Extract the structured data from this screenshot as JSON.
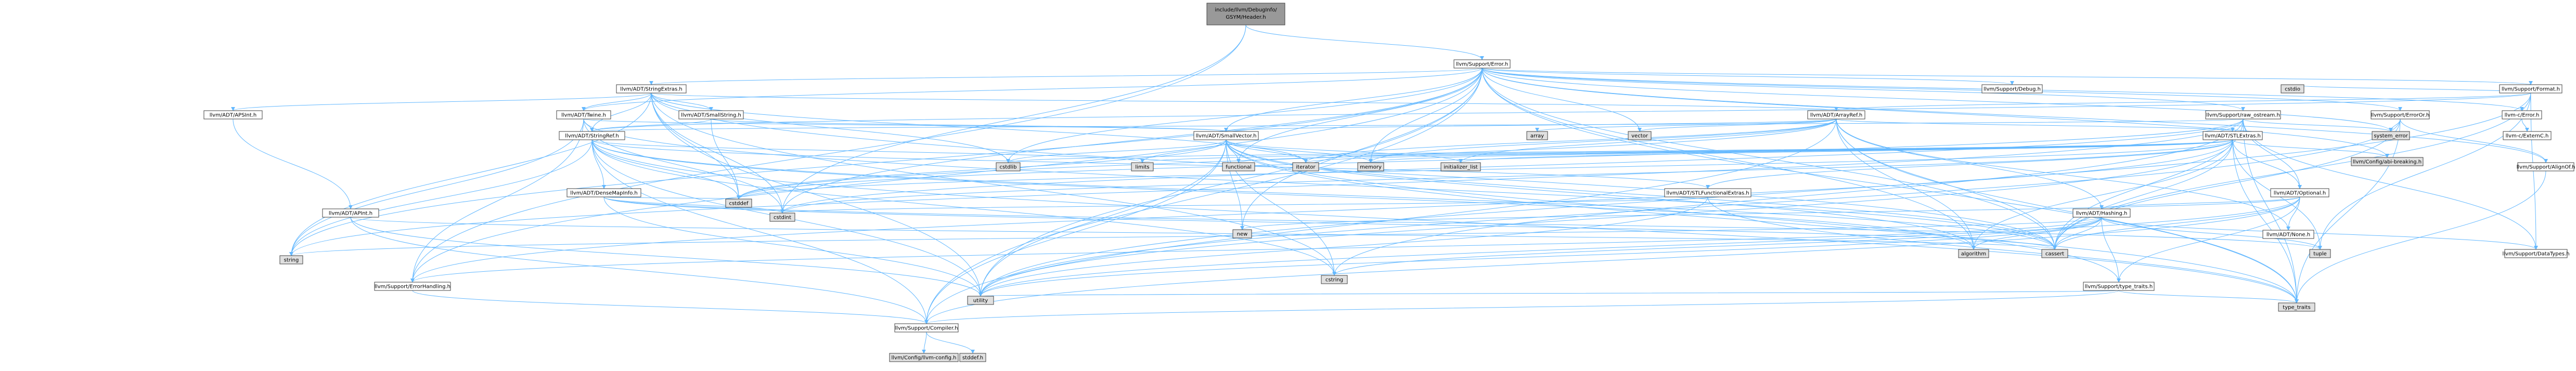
{
  "colors": {
    "edge": "#63b8ff",
    "node_fill": "#ffffff",
    "node_border": "#404040",
    "root_fill": "#999999",
    "system_fill": "#e0e0e0",
    "red_text": "#ff0000"
  },
  "nodes": {
    "n_root": "include/llvm/DebugInfo/GSYM/Header.h",
    "n_error": "llvm/Support/Error.h",
    "n_stringextras": "llvm/ADT/StringExtras.h",
    "n_apsint": "llvm/ADT/APSInt.h",
    "n_apint": "llvm/ADT/APInt.h",
    "n_twine": "llvm/ADT/Twine.h",
    "n_smallstring": "llvm/ADT/SmallString.h",
    "n_stringref": "llvm/ADT/StringRef.h",
    "n_densemapinfo": "llvm/ADT/DenseMapInfo.h",
    "n_smallvector": "llvm/ADT/SmallVector.h",
    "n_arrayref": "llvm/ADT/ArrayRef.h",
    "n_stlfunc": "llvm/ADT/STLFunctionalExtras.h",
    "n_stlextras": "llvm/ADT/STLExtras.h",
    "n_optional": "llvm/ADT/Optional.h",
    "n_hashing": "llvm/ADT/Hashing.h",
    "n_none": "llvm/ADT/None.h",
    "n_debug": "llvm/Support/Debug.h",
    "n_format": "llvm/Support/Format.h",
    "n_rawostream": "llvm/Support/raw_ostream.h",
    "n_erroror": "llvm/Support/ErrorOr.h",
    "n_cerror": "llvm-c/Error.h",
    "n_externc": "llvm-c/ExternC.h",
    "n_alignof": "llvm/Support/AlignOf.h",
    "n_errorhandling": "llvm/Support/ErrorHandling.h",
    "n_compiler": "llvm/Support/Compiler.h",
    "n_llvmconfig": "llvm/Config/llvm-config.h",
    "n_typetraits_s": "llvm/Support/type_traits.h",
    "n_datatypes": "llvm/Support/DataTypes.h",
    "n_abibreaking": "llvm/Config/abi-breaking.h",
    "n_string": "string",
    "n_utility": "utility",
    "n_typetraits": "type_traits",
    "n_cassert": "cassert",
    "n_algorithm": "algorithm",
    "n_cstring": "cstring",
    "n_tuple": "tuple",
    "n_new": "new",
    "n_cstddef": "cstddef",
    "n_cstdint": "cstdint",
    "n_cstdlib": "cstdlib",
    "n_limits": "limits",
    "n_functional": "functional",
    "n_iterator": "iterator",
    "n_memory": "memory",
    "n_initlist": "initializer_list",
    "n_array": "array",
    "n_vector": "vector",
    "n_cstdio": "cstdio",
    "n_systemerror": "system_error",
    "n_stddef": "stddef.h"
  }
}
